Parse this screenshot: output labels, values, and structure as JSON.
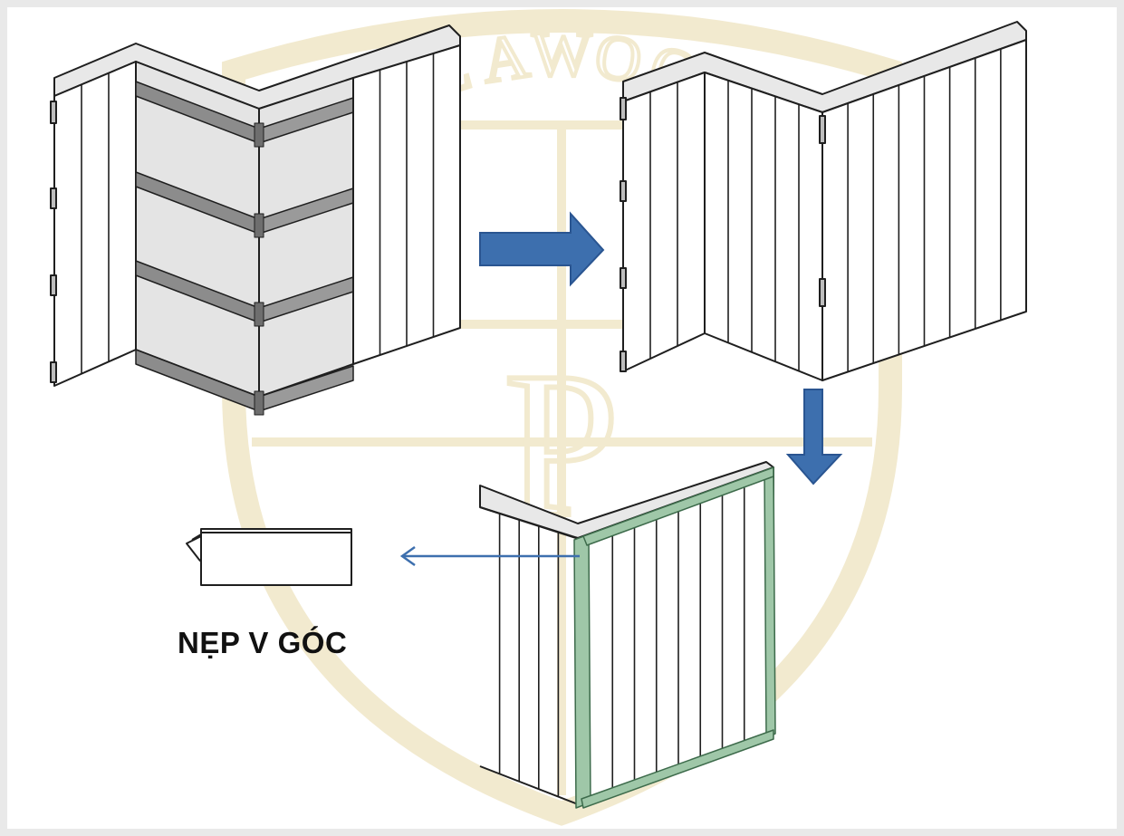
{
  "watermark": {
    "brand_text": "PLAWOOD",
    "monogram": "P",
    "color": "#e8d9a8"
  },
  "caption": {
    "v_corner_trim": "NẸP V GÓC"
  },
  "colors": {
    "arrow_fill": "#3d6fae",
    "arrow_stroke": "#2a5591",
    "batten": "#8c8c8c",
    "backing": "#e4e4e4",
    "trim_green": "#9fc7a8",
    "trim_green_stroke": "#3d6b4b",
    "top_cap": "#e8e8e8",
    "line": "#1f1f1f"
  },
  "steps": [
    {
      "name": "battens-and-backing"
    },
    {
      "name": "panels-installed"
    },
    {
      "name": "corner-trim-added"
    }
  ]
}
